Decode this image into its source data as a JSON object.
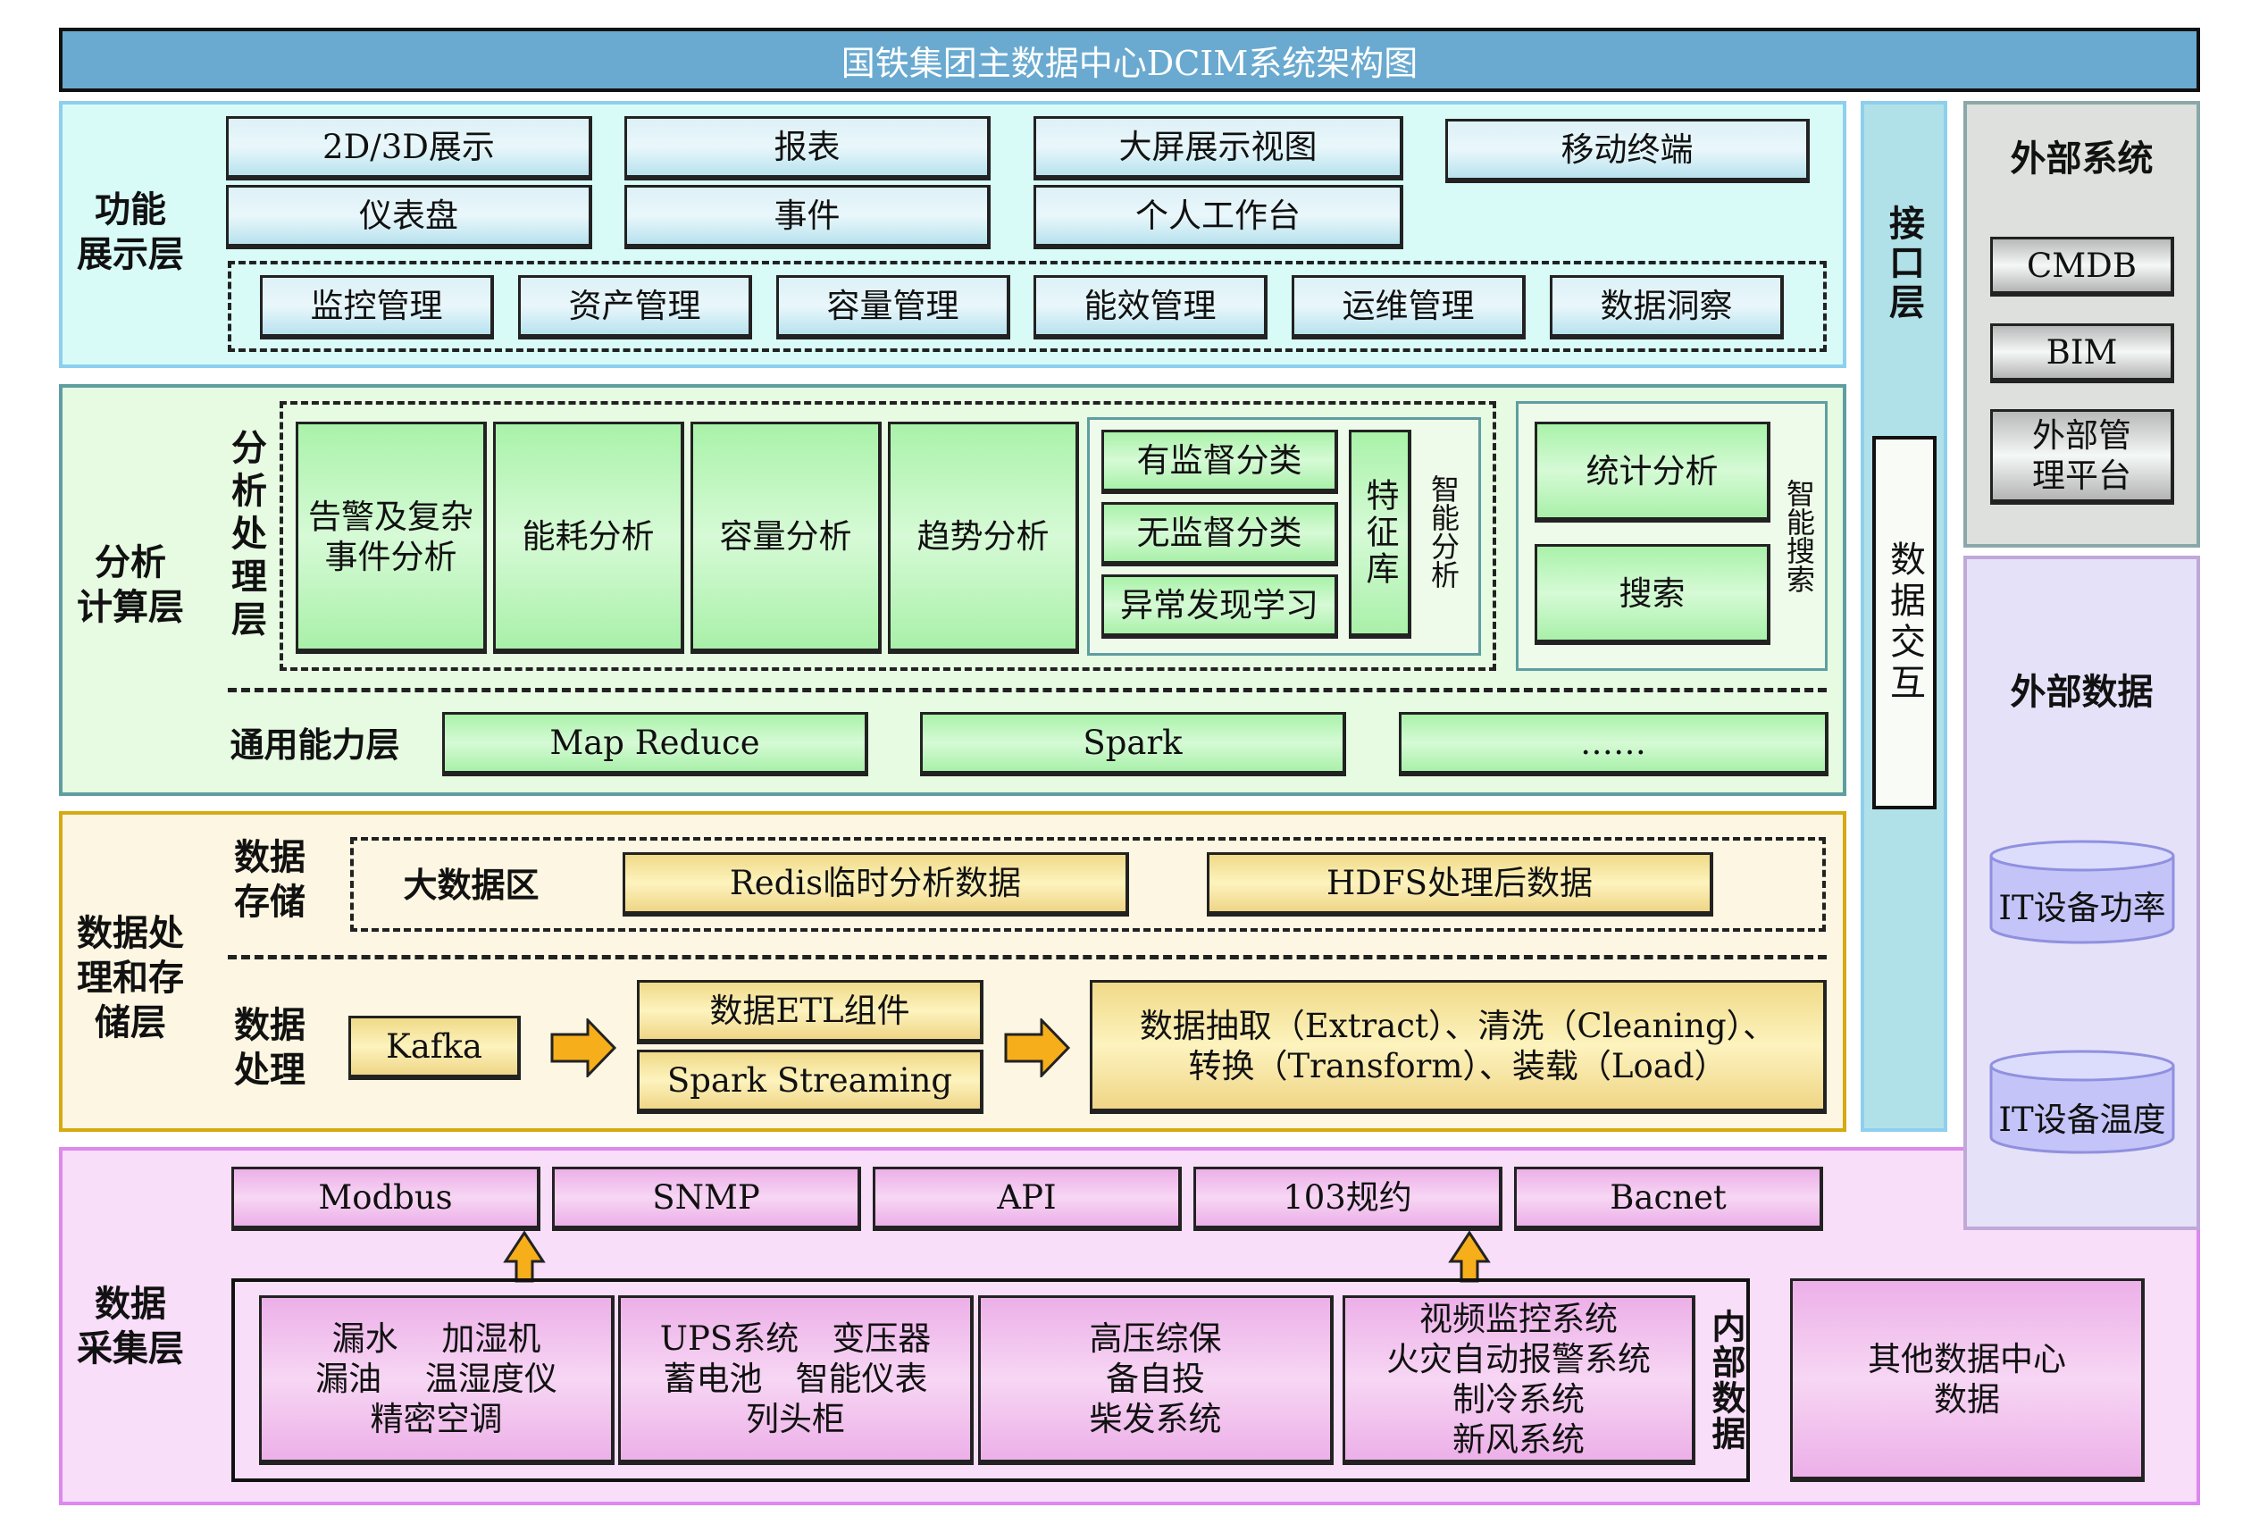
{
  "title": "国铁集团主数据中心DCIM系统架构图",
  "colors": {
    "title_bar": "#6aaad0",
    "function_layer_bg": "#d8fbf8",
    "analysis_layer_bg": "#e6fbe2",
    "processing_layer_bg": "#fdf6e2",
    "collection_layer_bg": "#f8def8",
    "interface_layer_bg": "#b1e1e8",
    "external_system_bg": "#dde0dc",
    "external_data_bg": "#e5e1f8",
    "arrow": "#f6ae1b"
  },
  "function_layer": {
    "label": "功能\n展示层",
    "row1": [
      "2D/3D展示",
      "报表",
      "大屏展示视图",
      "移动终端"
    ],
    "row2": [
      "仪表盘",
      "事件",
      "个人工作台"
    ],
    "modules": [
      "监控管理",
      "资产管理",
      "容量管理",
      "能效管理",
      "运维管理",
      "数据洞察"
    ]
  },
  "analysis_layer": {
    "label": "分析\n计算层",
    "processing_label": "分析处理层",
    "analysis_boxes": [
      "告警及复杂\n事件分析",
      "能耗分析",
      "容量分析",
      "趋势分析"
    ],
    "ml_boxes": [
      "有监督分类",
      "无监督分类",
      "异常发现学习"
    ],
    "feature_store": "特征库",
    "smart_analysis_label": "智能分析",
    "search_boxes": [
      "统计分析",
      "搜索"
    ],
    "smart_search_label": "智能搜索",
    "common_label": "通用能力层",
    "common_boxes": [
      "Map Reduce",
      "Spark",
      "……"
    ]
  },
  "processing_layer": {
    "label": "数据处\n理和存\n储层",
    "storage_label": "数据\n存储",
    "big_data_label": "大数据区",
    "storage_boxes": [
      "Redis临时分析数据",
      "HDFS处理后数据"
    ],
    "processing_label": "数据\n处理",
    "kafka": "Kafka",
    "etl_boxes": [
      "数据ETL组件",
      "Spark Streaming"
    ],
    "etl_description": "数据抽取（Extract）、清洗（Cleaning）、\n转换（Transform）、装载（Load）"
  },
  "collection_layer": {
    "label": "数据\n采集层",
    "protocols": [
      "Modbus",
      "SNMP",
      "API",
      "103规约",
      "Bacnet"
    ],
    "internal_groups": [
      "漏水　 加湿机\n漏油　 温湿度仪\n精密空调",
      "UPS系统　变压器\n蓄电池　智能仪表\n列头柜",
      "高压综保\n备自投\n柴发系统",
      "视频监控系统\n火灾自动报警系统\n制冷系统\n新风系统"
    ],
    "internal_label": "内部数据",
    "other_dc": "其他数据中心\n数据"
  },
  "interface_layer": {
    "label": "接口层",
    "data_exchange": "数据交互"
  },
  "external_system": {
    "label": "外部系统",
    "items": [
      "CMDB",
      "BIM",
      "外部管\n理平台"
    ]
  },
  "external_data": {
    "label": "外部数据",
    "items": [
      "IT设备功率",
      "IT设备温度"
    ]
  }
}
